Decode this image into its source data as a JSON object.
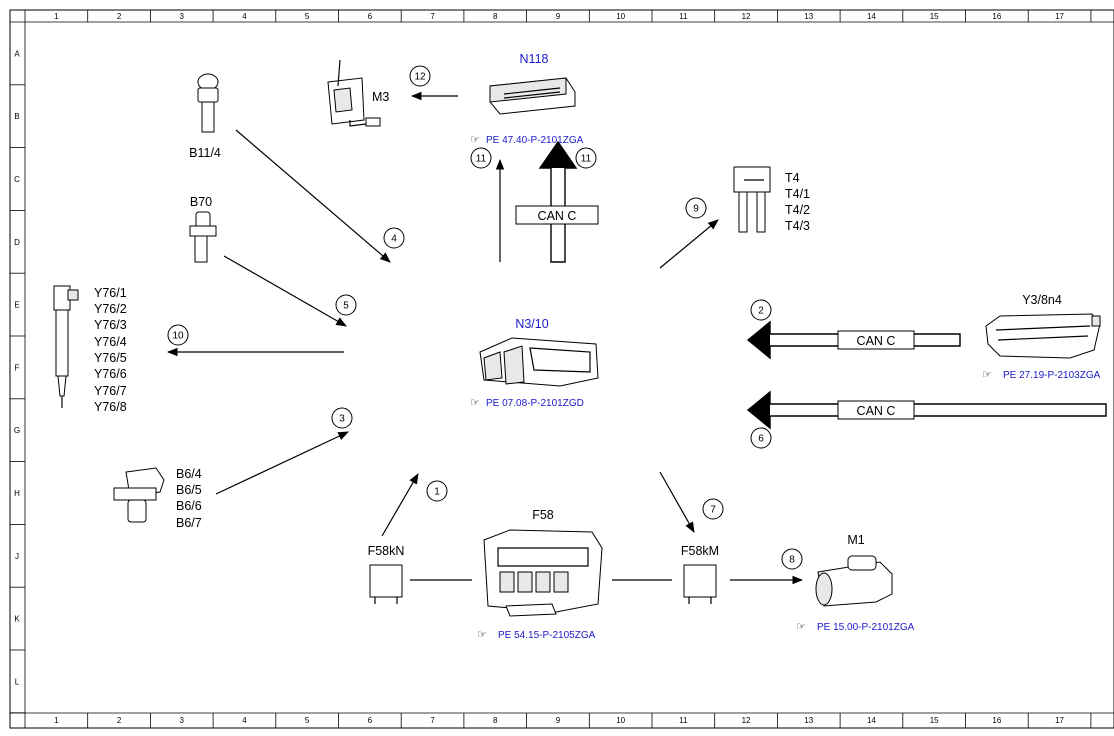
{
  "grid": {
    "columns": [
      "1",
      "2",
      "3",
      "4",
      "5",
      "6",
      "7",
      "8",
      "9",
      "10",
      "11",
      "12",
      "13",
      "14",
      "15",
      "16",
      "17"
    ],
    "rows": [
      "A",
      "B",
      "C",
      "D",
      "E",
      "F",
      "G",
      "H",
      "J",
      "K",
      "L"
    ]
  },
  "components": {
    "n118": {
      "label": "N118",
      "ref": "PE 47.40-P-2101ZGA"
    },
    "m3": {
      "label": "M3"
    },
    "b11_4": {
      "label": "B11/4"
    },
    "b70": {
      "label": "B70"
    },
    "t4": {
      "labels": [
        "T4",
        "T4/1",
        "T4/2",
        "T4/3"
      ]
    },
    "n3_10": {
      "label": "N3/10",
      "ref": "PE 07.08-P-2101ZGD"
    },
    "y76": {
      "labels": [
        "Y76/1",
        "Y76/2",
        "Y76/3",
        "Y76/4",
        "Y76/5",
        "Y76/6",
        "Y76/7",
        "Y76/8"
      ]
    },
    "y3_8n4": {
      "label": "Y3/8n4",
      "ref": "PE 27.19-P-2103ZGA"
    },
    "b6": {
      "labels": [
        "B6/4",
        "B6/5",
        "B6/6",
        "B6/7"
      ]
    },
    "f58": {
      "label": "F58",
      "ref": "PE 54.15-P-2105ZGA"
    },
    "f58kn": {
      "label": "F58kN"
    },
    "f58km": {
      "label": "F58kM"
    },
    "m1": {
      "label": "M1",
      "ref": "PE 15.00-P-2101ZGA"
    }
  },
  "can_labels": {
    "top": "CAN C",
    "right_upper": "CAN C",
    "right_lower": "CAN C"
  },
  "callouts": [
    "1",
    "2",
    "3",
    "4",
    "5",
    "6",
    "7",
    "8",
    "9",
    "10",
    "11",
    "11",
    "12"
  ],
  "colors": {
    "ref_blue": "#1a1acc",
    "line": "#000000"
  }
}
